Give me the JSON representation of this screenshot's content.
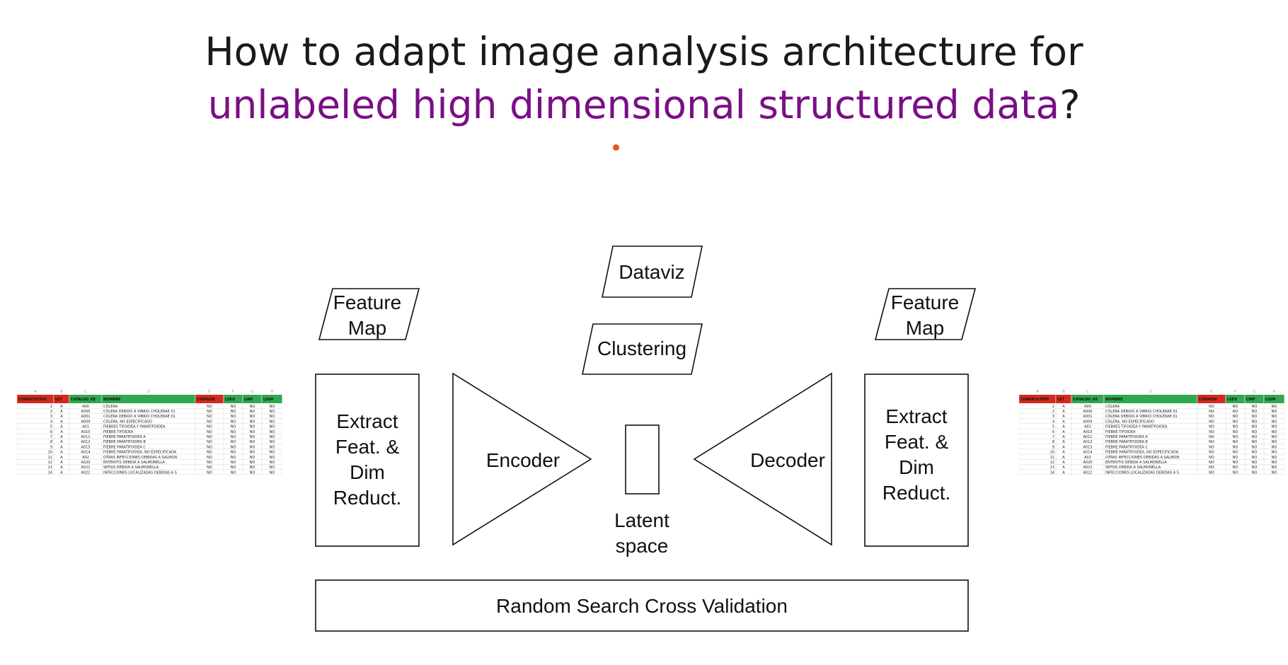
{
  "slide": {
    "title_prefix": "How to adapt image analysis architecture for ",
    "title_highlight": "unlabeled high dimensional structured data",
    "title_suffix": "?",
    "highlight_color": "#7a0f86"
  },
  "diagram": {
    "left_feature_map": [
      "Feature",
      "Map"
    ],
    "right_feature_map": [
      "Feature",
      "Map"
    ],
    "dataviz": "Dataviz",
    "clustering": "Clustering",
    "left_extract": [
      "Extract",
      "Feat. &",
      "Dim",
      "Reduct."
    ],
    "right_extract": [
      "Extract",
      "Feat. &",
      "Dim",
      "Reduct."
    ],
    "encoder": "Encoder",
    "decoder": "Decoder",
    "latent_label": [
      "Latent",
      "space"
    ],
    "bottom_bar": "Random Search Cross Validation"
  },
  "spreadsheet": {
    "col_letters": [
      "A",
      "B",
      "C",
      "D",
      "E",
      "F",
      "G",
      "H"
    ],
    "headers": [
      "CONSECUTIVO",
      "LET",
      "CATALOG_KE",
      "NOMBRE",
      "CODIGOX",
      "LSEX",
      "LINF",
      "LSUP"
    ],
    "header_colors": [
      "#d42a1e",
      "#d42a1e",
      "#2fa84f",
      "#2fa84f",
      "#d42a1e",
      "#2fa84f",
      "#2fa84f",
      "#2fa84f"
    ],
    "rows": [
      [
        "2",
        "A",
        "A00",
        "CÓLERA",
        "NO",
        "NO",
        "NO",
        "NO"
      ],
      [
        "2",
        "A",
        "A000",
        "CÓLERA DEBIDO A VIBRIO CHOLERAE 01",
        "NO",
        "NO",
        "NO",
        "NO"
      ],
      [
        "3",
        "A",
        "A001",
        "CÓLERA DEBIDO A VIBRIO CHOLERAE 01",
        "NO",
        "NO",
        "NO",
        "NO"
      ],
      [
        "4",
        "A",
        "A009",
        "CÓLERA, NO ESPECIFICADO",
        "NO",
        "NO",
        "NO",
        "NO"
      ],
      [
        "5",
        "A",
        "A01",
        "FIEBRES TIFOIDEA Y PARATIFOIDEA",
        "NO",
        "NO",
        "NO",
        "NO"
      ],
      [
        "6",
        "A",
        "A010",
        "FIEBRE TIFOIDEA",
        "NO",
        "NO",
        "NO",
        "NO"
      ],
      [
        "7",
        "A",
        "A011",
        "FIEBRE PARATIFOIDEA A",
        "NO",
        "NO",
        "NO",
        "NO"
      ],
      [
        "8",
        "A",
        "A012",
        "FIEBRE PARATIFOIDEA B",
        "NO",
        "NO",
        "NO",
        "NO"
      ],
      [
        "9",
        "A",
        "A013",
        "FIEBRE PARATIFOIDEA C",
        "NO",
        "NO",
        "NO",
        "NO"
      ],
      [
        "10",
        "A",
        "A014",
        "FIEBRE PARATIFOIDEA, NO ESPECIFICADA",
        "NO",
        "NO",
        "NO",
        "NO"
      ],
      [
        "11",
        "A",
        "A02",
        "OTRAS INFECCIONES DEBIDAS A SALMON",
        "NO",
        "NO",
        "NO",
        "NO"
      ],
      [
        "12",
        "A",
        "A020",
        "ENTERITIS DEBIDA A SALMONELLA",
        "NO",
        "NO",
        "NO",
        "NO"
      ],
      [
        "13",
        "A",
        "A021",
        "SEPSIS DEBIDA A SALMONELLA",
        "NO",
        "NO",
        "NO",
        "NO"
      ],
      [
        "14",
        "A",
        "A022",
        "INFECCIONES LOCALIZADAS DEBIDAS A S",
        "NO",
        "NO",
        "NO",
        "NO"
      ]
    ]
  }
}
